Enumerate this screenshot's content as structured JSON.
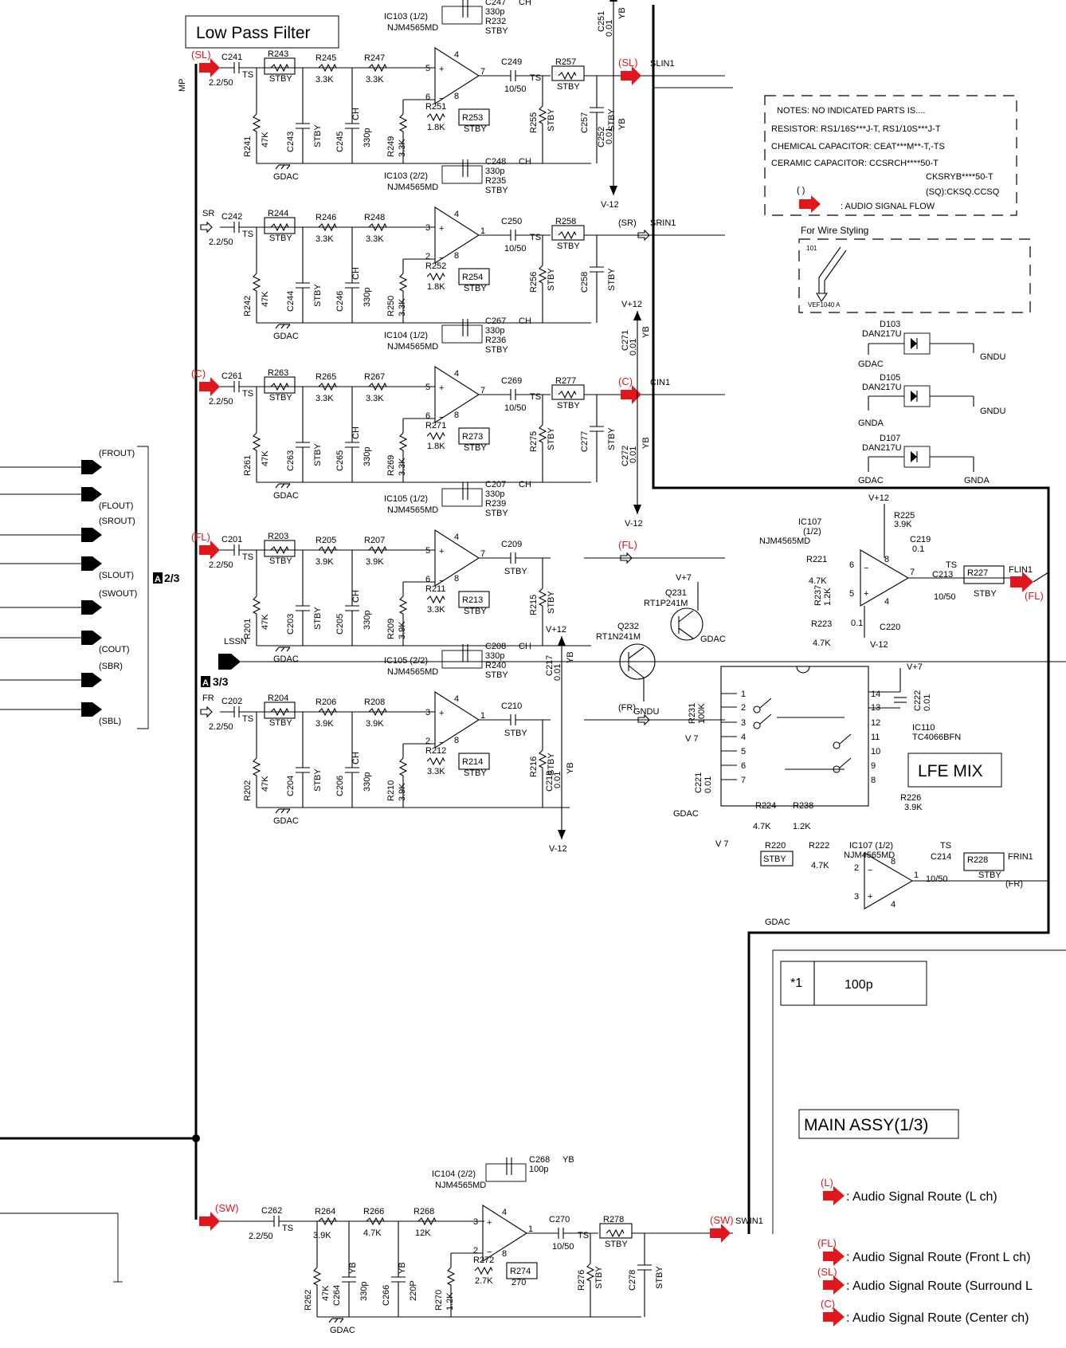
{
  "titles": {
    "low_pass_filter": "Low Pass Filter",
    "main_assy": "MAIN ASSY(1/3)"
  },
  "labels": {
    "mp": "MP",
    "lssn": "LSSN"
  },
  "notes": [
    "NOTES:  NO INDICATED PARTS IS....",
    "RESISTOR: RS1/16S***J-T, RS1/10S***J-T",
    "CHEMICAL CAPACITOR: CEAT***M**-T,-TS",
    "CERAMIC CAPACITOR: CCSRCH****50-T",
    "CKSRYB****50-T",
    "(SQ):CKSQ.CCSQ",
    "( )",
    ": AUDIO SIGNAL FLOW"
  ],
  "wire_styling": {
    "title": "For Wire Styling",
    "code": "101",
    "part": "VEF1040 A"
  },
  "diodes": [
    {
      "ref": "D103",
      "part": "DAN217U",
      "gnd_left": "GDAC",
      "gnd_right": "GNDU"
    },
    {
      "ref": "D105",
      "part": "DAN217U",
      "gnd_left": "GNDA",
      "gnd_right": "GNDU"
    },
    {
      "ref": "D107",
      "part": "DAN217U",
      "gnd_left": "GDAC",
      "gnd_right": "GNDA"
    }
  ],
  "connector_a23": {
    "label": "2/3",
    "signals": [
      "(FROUT)",
      "(FLOUT)",
      "(SROUT)",
      "(SLOUT)",
      "(SWOUT)",
      "(COUT)",
      "(SBR)",
      "(SBL)"
    ]
  },
  "connector_a33": {
    "label": "3/3"
  },
  "channels": [
    {
      "route": "(SL)",
      "in_label": "",
      "cin": "C241",
      "cin_val": "2.2/50",
      "cin_ts": "TS",
      "r1": "R243",
      "r1_v": "STBY",
      "r2": "R245",
      "r2_v": "3.3K",
      "r3": "R247",
      "r3_v": "3.3K",
      "ic": "IC103 (1/2)",
      "ic_part": "NJM4565MD",
      "cfb": "C247",
      "cfb_t": "CH",
      "cfb_v": "330p",
      "rfb": "R232",
      "rfb_v": "STBY",
      "rsh": "R241",
      "rsh_v": "47K",
      "c2": "C243",
      "c2_v": "STBY",
      "c3": "C245",
      "c3_t": "CH",
      "c3_v": "330p",
      "rb": "R249",
      "rb_v": "3.3K",
      "rf": "R251",
      "rf_v": "1.8K",
      "rg": "R253",
      "rg_v": "STBY",
      "cout": "C249",
      "cout_t": "TS",
      "cout_v": "10/50",
      "ro": "R257",
      "ro_v": "STBY",
      "r5": "R255",
      "r5_v": "STBY",
      "c6": "C257",
      "c6_v": "STBY",
      "out": "SLIN1",
      "out_route": "(SL)",
      "pin_in": "5",
      "pin_fb": "6",
      "pin_out": "7",
      "pin_t": "4",
      "pin_b": "8",
      "gnd": "GDAC",
      "vp": "V+12",
      "vm": "V-12",
      "cp": "C251",
      "cp_v": "0.01",
      "cp_t": "YB",
      "cm": "C252",
      "cm_v": "0.01",
      "cm_t": "YB"
    },
    {
      "route": "",
      "in_label": "SR",
      "cin": "C242",
      "cin_val": "2.2/50",
      "cin_ts": "TS",
      "r1": "R244",
      "r1_v": "STBY",
      "r2": "R246",
      "r2_v": "3.3K",
      "r3": "R248",
      "r3_v": "3.3K",
      "ic": "IC103 (2/2)",
      "ic_part": "NJM4565MD",
      "cfb": "C248",
      "cfb_t": "CH",
      "cfb_v": "330p",
      "rfb": "R235",
      "rfb_v": "STBY",
      "rsh": "R242",
      "rsh_v": "47K",
      "c2": "C244",
      "c2_v": "STBY",
      "c3": "C246",
      "c3_t": "CH",
      "c3_v": "330p",
      "rb": "R250",
      "rb_v": "3.3K",
      "rf": "R252",
      "rf_v": "1.8K",
      "rg": "R254",
      "rg_v": "STBY",
      "cout": "C250",
      "cout_t": "TS",
      "cout_v": "10/50",
      "ro": "R258",
      "ro_v": "STBY",
      "r5": "R256",
      "r5_v": "STBY",
      "c6": "C258",
      "c6_v": "STBY",
      "out": "SRIN1",
      "out_route": "(SR)",
      "pin_in": "3",
      "pin_fb": "2",
      "pin_out": "1",
      "pin_t": "4",
      "pin_b": "8",
      "gnd": "GDAC",
      "vp": "",
      "vm": "",
      "cp": "",
      "cp_v": "",
      "cp_t": "",
      "cm": "",
      "cm_v": "",
      "cm_t": ""
    },
    {
      "route": "(C)",
      "in_label": "",
      "cin": "C261",
      "cin_val": "2.2/50",
      "cin_ts": "TS",
      "r1": "R263",
      "r1_v": "STBY",
      "r2": "R265",
      "r2_v": "3.3K",
      "r3": "R267",
      "r3_v": "3.3K",
      "ic": "IC104 (1/2)",
      "ic_part": "NJM4565MD",
      "cfb": "C267",
      "cfb_t": "CH",
      "cfb_v": "330p",
      "rfb": "R236",
      "rfb_v": "STBY",
      "rsh": "R261",
      "rsh_v": "47K",
      "c2": "C263",
      "c2_v": "STBY",
      "c3": "C265",
      "c3_t": "CH",
      "c3_v": "330p",
      "rb": "R269",
      "rb_v": "3.3K",
      "rf": "R271",
      "rf_v": "1.8K",
      "rg": "R273",
      "rg_v": "STBY",
      "cout": "C269",
      "cout_t": "TS",
      "cout_v": "10/50",
      "ro": "R277",
      "ro_v": "STBY",
      "r5": "R275",
      "r5_v": "STBY",
      "c6": "C277",
      "c6_v": "STBY",
      "out": "CIN1",
      "out_route": "(C)",
      "pin_in": "5",
      "pin_fb": "6",
      "pin_out": "7",
      "pin_t": "4",
      "pin_b": "8",
      "gnd": "GDAC",
      "vp": "V+12",
      "vm": "V-12",
      "cp": "C271",
      "cp_v": "0.01",
      "cp_t": "YB",
      "cm": "C272",
      "cm_v": "0.01",
      "cm_t": "YB"
    },
    {
      "route": "(FL)",
      "in_label": "",
      "cin": "C201",
      "cin_val": "2.2/50",
      "cin_ts": "TS",
      "r1": "R203",
      "r1_v": "STBY",
      "r2": "R205",
      "r2_v": "3.9K",
      "r3": "R207",
      "r3_v": "3.9K",
      "ic": "IC105  (1/2)",
      "ic_part": "NJM4565MD",
      "cfb": "C207",
      "cfb_t": "CH",
      "cfb_v": "330p",
      "rfb": "R239",
      "rfb_v": "STBY",
      "rsh": "R201",
      "rsh_v": "47K",
      "c2": "C203",
      "c2_v": "STBY",
      "c3": "C205",
      "c3_t": "CH",
      "c3_v": "330p",
      "rb": "R209",
      "rb_v": "3.9K",
      "rf": "R211",
      "rf_v": "3.3K",
      "rg": "R213",
      "rg_v": "STBY",
      "cout": "C209",
      "cout_t": "",
      "cout_v": "STBY",
      "ro": "",
      "ro_v": "",
      "r5": "R215",
      "r5_v": "STBY",
      "c6": "",
      "c6_v": "",
      "out": "",
      "out_route": "(FL)",
      "pin_in": "5",
      "pin_fb": "6",
      "pin_out": "7",
      "pin_t": "4",
      "pin_b": "8",
      "gnd": "GDAC",
      "vp": "",
      "vm": "",
      "cp": "",
      "cp_v": "",
      "cp_t": "",
      "cm": "",
      "cm_v": "",
      "cm_t": ""
    },
    {
      "route": "",
      "in_label": "FR",
      "cin": "C202",
      "cin_val": "2.2/50",
      "cin_ts": "TS",
      "r1": "R204",
      "r1_v": "STBY",
      "r2": "R206",
      "r2_v": "3.9K",
      "r3": "R208",
      "r3_v": "3.9K",
      "ic": "IC105  (2/2)",
      "ic_part": "NJM4565MD",
      "cfb": "C208",
      "cfb_t": "CH",
      "cfb_v": "330p",
      "rfb": "R240",
      "rfb_v": "STBY",
      "rsh": "R202",
      "rsh_v": "47K",
      "c2": "C204",
      "c2_v": "STBY",
      "c3": "C206",
      "c3_t": "CH",
      "c3_v": "330p",
      "rb": "R210",
      "rb_v": "3.9K",
      "rf": "R212",
      "rf_v": "3.3K",
      "rg": "R214",
      "rg_v": "STBY",
      "cout": "C210",
      "cout_t": "",
      "cout_v": "STBY",
      "ro": "",
      "ro_v": "",
      "r5": "R216",
      "r5_v": "STBY",
      "c6": "",
      "c6_v": "",
      "out": "",
      "out_route": "(FR)",
      "pin_in": "3",
      "pin_fb": "2",
      "pin_out": "1",
      "pin_t": "4",
      "pin_b": "8",
      "gnd": "GDAC",
      "vp": "V+12",
      "vm": "V-12",
      "cp": "C217",
      "cp_v": "0.01",
      "cp_t": "YB",
      "cm": "C218",
      "cm_v": "0.01",
      "cm_t": "YB"
    },
    {
      "route": "(SW)",
      "in_label": "",
      "cin": "C262",
      "cin_val": "2.2/50",
      "cin_ts": "TS",
      "r1": "R264",
      "r1_v": "3.9K",
      "r2": "R266",
      "r2_v": "4.7K",
      "r3": "R268",
      "r3_v": "12K",
      "ic": "IC104 (2/2)",
      "ic_part": "NJM4565MD",
      "cfb": "C268",
      "cfb_t": "YB",
      "cfb_v": "100p",
      "rfb": "",
      "rfb_v": "",
      "rsh": "R262",
      "rsh_v": "47K",
      "c2": "C264",
      "c2_v": "330p",
      "c3": "C266",
      "c3_t": "YB",
      "c3_v": "220P",
      "rb": "R270",
      "rb_v": "1.2K",
      "rf": "R272",
      "rf_v": "2.7K",
      "rg": "R274",
      "rg_v": "270",
      "cout": "C270",
      "cout_t": "TS",
      "cout_v": "10/50",
      "ro": "R278",
      "ro_v": "STBY",
      "r5": "R276",
      "r5_v": "STBY",
      "c6": "C278",
      "c6_v": "STBY",
      "out": "SWIN1",
      "out_route": "(SW)",
      "pin_in": "3",
      "pin_fb": "2",
      "pin_out": "1",
      "pin_t": "4",
      "pin_b": "8",
      "gnd": "GDAC",
      "vp": "",
      "vm": "",
      "cp": "",
      "cp_v": "",
      "cp_t": "",
      "cm": "",
      "cm_v": "",
      "cm_t": ""
    }
  ],
  "transistors": {
    "q231": {
      "ref": "Q231",
      "part": "RT1P241M",
      "vplus": "V+7"
    },
    "q232": {
      "ref": "Q232",
      "part": "RT1N241M",
      "gnd": "GNDU",
      "gdac": "GDAC"
    }
  },
  "lfe": {
    "title": "LFE MIX",
    "ic_ref": "IC110",
    "ic_part": "TC4066BFN",
    "vplus": "V+7",
    "pins_left": [
      "1",
      "2",
      "3",
      "4",
      "5",
      "6",
      "7"
    ],
    "pins_right": [
      "14",
      "13",
      "12",
      "11",
      "10",
      "9",
      "8"
    ],
    "c222": "C222",
    "c222_val": "0.01",
    "r231": "R231",
    "r231_val": "100K",
    "v7": "V 7",
    "c221": "C221",
    "c221_val": "0.01",
    "gdac": "GDAC"
  },
  "ic107a": {
    "ref": "IC107",
    "unit": "(1/2)",
    "part": "NJM4565MD",
    "vplus": "V+12",
    "vminus": "V-12",
    "r225": "R225",
    "r225_val": "3.9K",
    "c219": "C219",
    "c219_val": "0.1",
    "c220": "C220",
    "c220_val": "0.1",
    "r221": "R221",
    "r221_val": "4.7K",
    "r223": "R223",
    "r223_val": "4.7K",
    "r237": "R237",
    "r237_val": "1.2K",
    "ts": "TS",
    "c213": "C213",
    "c213_val": "10/50",
    "r227": "R227",
    "r227_stby": "STBY",
    "out": "FLIN1",
    "route": "(FL)"
  },
  "ic107b": {
    "ref": "IC107 (1/2)",
    "part": "NJM4565MD",
    "r226": "R226",
    "r226_val": "3.9K",
    "r224": "R224",
    "r224_val": "4.7K",
    "r238": "R238",
    "r238_val": "1.2K",
    "r220": "R220",
    "r220_stby": "STBY",
    "r222": "R222",
    "r222_val": "4.7K",
    "v7": "V 7",
    "ts": "TS",
    "c214": "C214",
    "c214_val": "10/50",
    "r228": "R228",
    "r228_stby": "STBY",
    "out": "FRIN1",
    "route": "(FR)",
    "gdac": "GDAC"
  },
  "note_table": {
    "key": "*1",
    "value": "100p"
  },
  "legend": [
    {
      "tag": "(L)",
      "text": ": Audio Signal Route (L ch)"
    },
    {
      "tag": "(FL)",
      "text": ": Audio Signal Route (Front L ch)"
    },
    {
      "tag": "(SL)",
      "text": ": Audio Signal Route (Surround L"
    },
    {
      "tag": "(C)",
      "text": ": Audio Signal Route (Center ch)"
    }
  ],
  "colors": {
    "route_arrow": "#e0171d",
    "line": "#000000"
  }
}
